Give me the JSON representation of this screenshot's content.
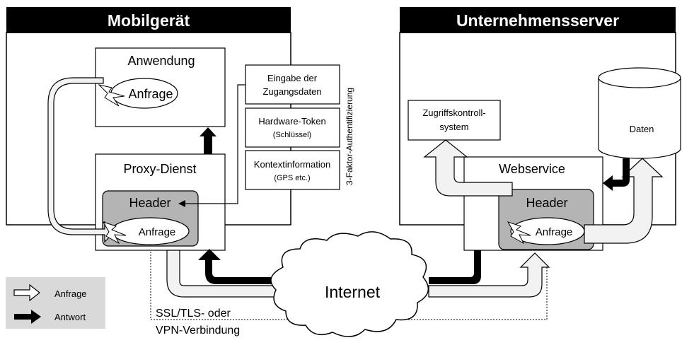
{
  "mobile": {
    "title": "Mobilgerät",
    "app_label": "Anwendung",
    "app_request": "Anfrage",
    "proxy_label": "Proxy-Dienst",
    "header_label": "Header",
    "header_request": "Anfrage"
  },
  "auth": {
    "side_label": "3-Faktor-Authentifizierung",
    "factor1_line1": "Eingabe der",
    "factor1_line2": "Zugangsdaten",
    "factor2_line1": "Hardware-Token",
    "factor2_line2": "(Schlüssel)",
    "factor3_line1": "Kontextinformation",
    "factor3_line2": "(GPS etc.)"
  },
  "server": {
    "title": "Unternehmensserver",
    "access_line1": "Zugriffskontroll-",
    "access_line2": "system",
    "data_label": "Daten",
    "webservice_label": "Webservice",
    "header_label": "Header",
    "header_request": "Anfrage"
  },
  "network": {
    "internet_label": "Internet",
    "tunnel_line1": "SSL/TLS- oder",
    "tunnel_line2": "VPN-Verbindung"
  },
  "legend": {
    "request_label": "Anfrage",
    "response_label": "Antwort"
  },
  "colors": {
    "title_bar": "#000000",
    "header_box": "#b4b4b4",
    "request_arrow": "#f2f2f2",
    "response_arrow": "#000000",
    "legend_bg": "#d9d9d9"
  }
}
